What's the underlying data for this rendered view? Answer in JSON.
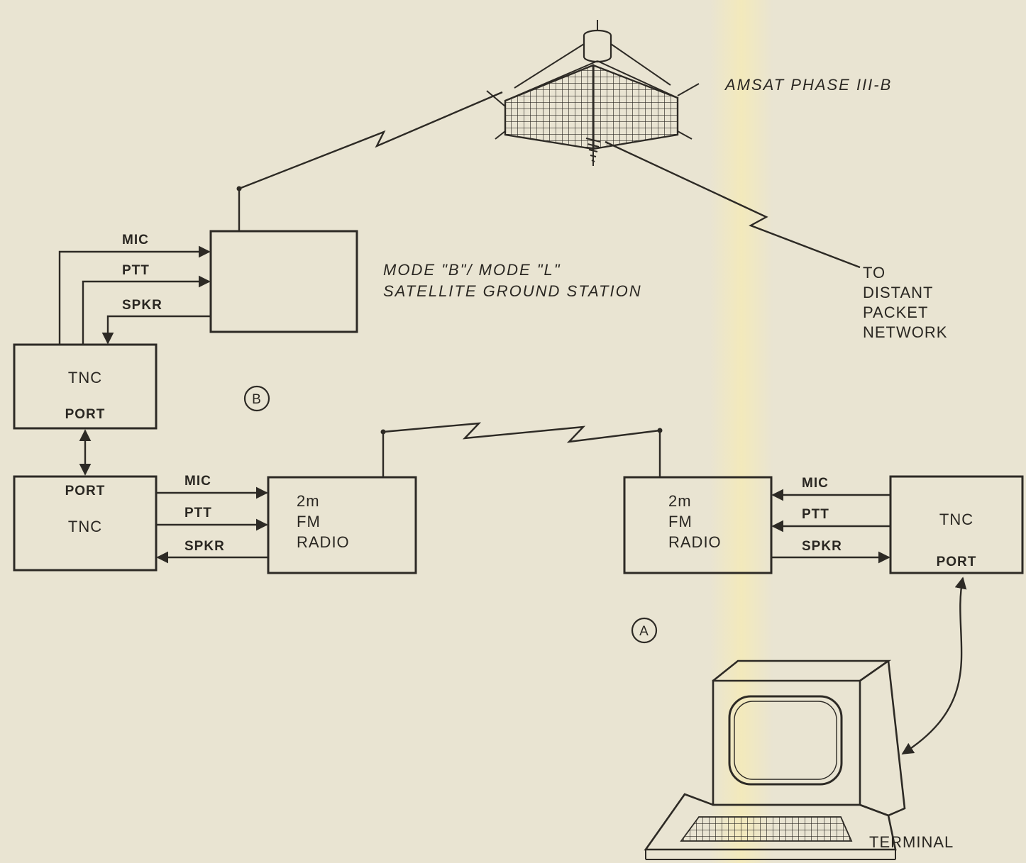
{
  "satellite": {
    "label": "AMSAT PHASE III-B",
    "icon": "satellite-icon"
  },
  "ground_station": {
    "line1": "MODE \"B\"/ MODE \"L\"",
    "line2": "SATELLITE  GROUND STATION"
  },
  "distant": {
    "line1": "TO",
    "line2": "DISTANT",
    "line3": "PACKET",
    "line4": "NETWORK"
  },
  "tnc_b": {
    "line1": "TNC",
    "line2": "PORT"
  },
  "tnc_left": {
    "line1": "PORT",
    "line2": "TNC"
  },
  "radio_left": {
    "line1": "2m",
    "line2": "FM",
    "line3": "RADIO"
  },
  "radio_right": {
    "line1": "2m",
    "line2": "FM",
    "line3": "RADIO"
  },
  "tnc_right": {
    "line1": "TNC",
    "line2": "PORT"
  },
  "signals": {
    "mic": "MIC",
    "ptt": "PTT",
    "spkr": "SPKR"
  },
  "markers": {
    "a": "A",
    "b": "B"
  },
  "terminal": {
    "label": "TERMINAL",
    "icon": "terminal-icon"
  },
  "colors": {
    "paper": "#e9e4d2",
    "ink": "#2d2a25"
  }
}
